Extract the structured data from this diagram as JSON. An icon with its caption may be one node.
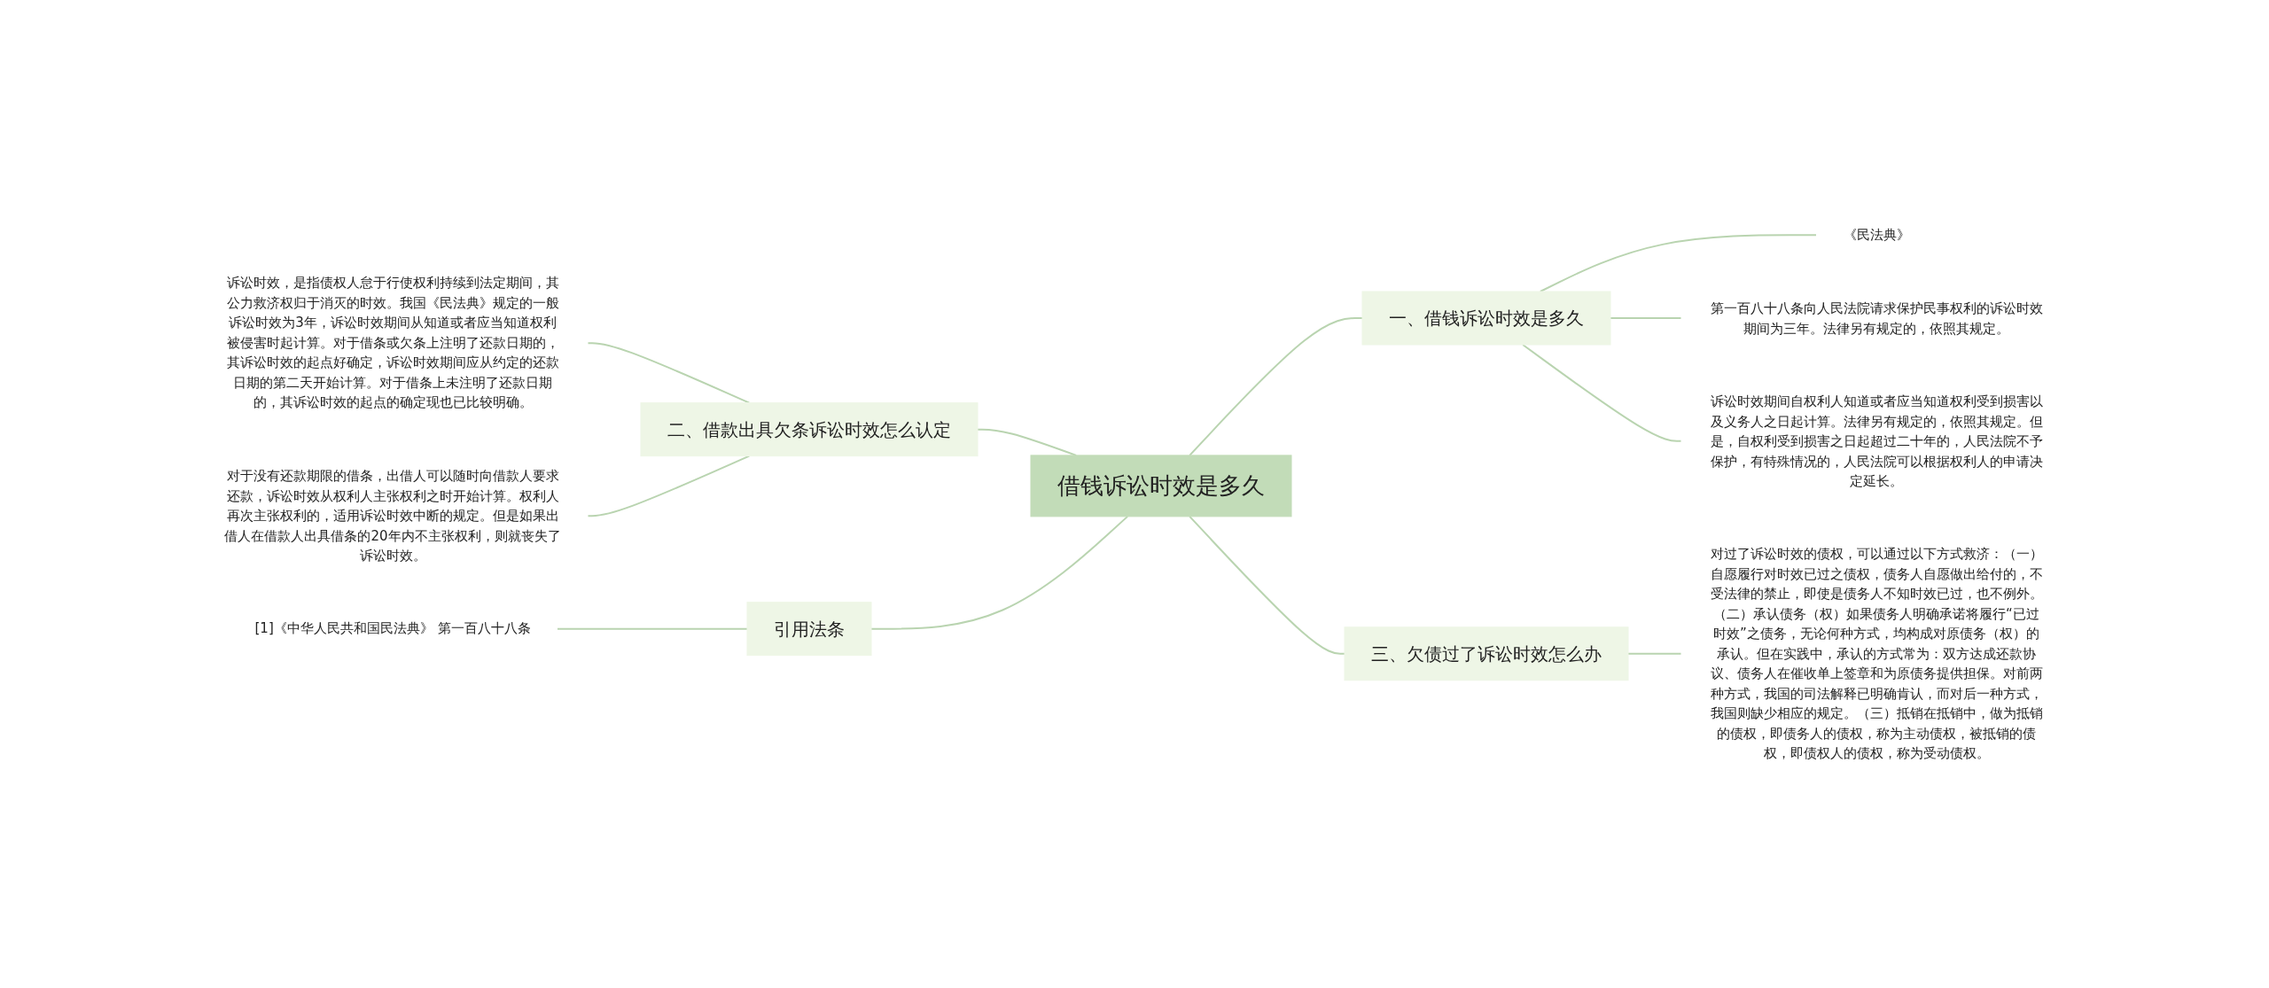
{
  "diagram": {
    "nodes": [
      {
        "text": [
          "借钱诉讼时效是多久"
        ]
      },
      {
        "text": [
          "一、借钱诉讼时效是多久"
        ]
      },
      {
        "text": [
          "《民法典》"
        ]
      },
      {
        "text": [
          "第一百八十八条向人民法院请求保护民事权利的诉讼时效期间为三年。法律另有规定的，依照其规定。"
        ]
      },
      {
        "text": [
          "诉讼时效期间自权利人知道或者应当知道权利受到损害以及义务人之日起计算。法律另有规定的，依照其规定。但是，自权利受到损害之日起超过二十年的，人民法院不予保护，有特殊情况的，人民法院可以根据权利人的申请决定延长。"
        ]
      },
      {
        "text": [
          "三、欠债过了诉讼时效怎么办"
        ]
      },
      {
        "text": [
          "对过了诉讼时效的债权，可以通过以下方式救济：（一）自愿履行对时效已过之债权，债务人自愿做出给付的，不受法律的禁止，即使是债务人不知时效已过，也不例外。（二）承认债务（权）如果债务人明确承诺将履行“已过时效”之债务，无论何种方式，均构成对原债务（权）的承认。但在实践中，承认的方式常为：双方达成还款协议、债务人在催收单上签章和为原债务提供担保。对前两种方式，我国的司法解释已明确肯认，而对后一种方式，我国则缺少相应的规定。（三）抵销在抵销中，做为抵销的债权，即债务人的债权，称为主动债权，被抵销的债权，即债权人的债权，称为受动债权。"
        ]
      },
      {
        "text": [
          "二、借款出具欠条诉讼时效怎么认定"
        ]
      },
      {
        "text": [
          "诉讼时效，是指债权人怠于行使权利持续到法定期间，其公力救济权归于消灭的时效。我国《民法典》规定的一般诉讼时效为3年，诉讼时效期间从知道或者应当知道权利被侵害时起计算。对于借条或欠条上注明了还款日期的，其诉讼时效的起点好确定，诉讼时效期间应从约定的还款日期的第二天开始计算。对于借条上未注明了还款日期的，其诉讼时效的起点的确定现也已比较明确。"
        ]
      },
      {
        "text": [
          "对于没有还款期限的借条，出借人可以随时向借款人要求还款，诉讼时效从权利人主张权利之时开始计算。权利人再次主张权利的，适用诉讼时效中断的规定。但是如果出借人在借款人出具借条的20年内不主张权利，则就丧失了诉讼时效。"
        ]
      },
      {
        "text": [
          "引用法条"
        ]
      },
      {
        "text": [
          "[1]《中华人民共和国民法典》 第一百八十八条"
        ]
      }
    ],
    "edges": [
      {
        "from": 0,
        "to": 1,
        "arrow": "none"
      },
      {
        "from": 1,
        "to": 2,
        "arrow": "none"
      },
      {
        "from": 1,
        "to": 3,
        "arrow": "none"
      },
      {
        "from": 1,
        "to": 4,
        "arrow": "none"
      },
      {
        "from": 0,
        "to": 5,
        "arrow": "none"
      },
      {
        "from": 5,
        "to": 6,
        "arrow": "none"
      },
      {
        "from": 0,
        "to": 7,
        "arrow": "none"
      },
      {
        "from": 7,
        "to": 8,
        "arrow": "none"
      },
      {
        "from": 7,
        "to": 9,
        "arrow": "none"
      },
      {
        "from": 0,
        "to": 10,
        "arrow": "none"
      },
      {
        "from": 10,
        "to": 11,
        "arrow": "none"
      }
    ]
  }
}
